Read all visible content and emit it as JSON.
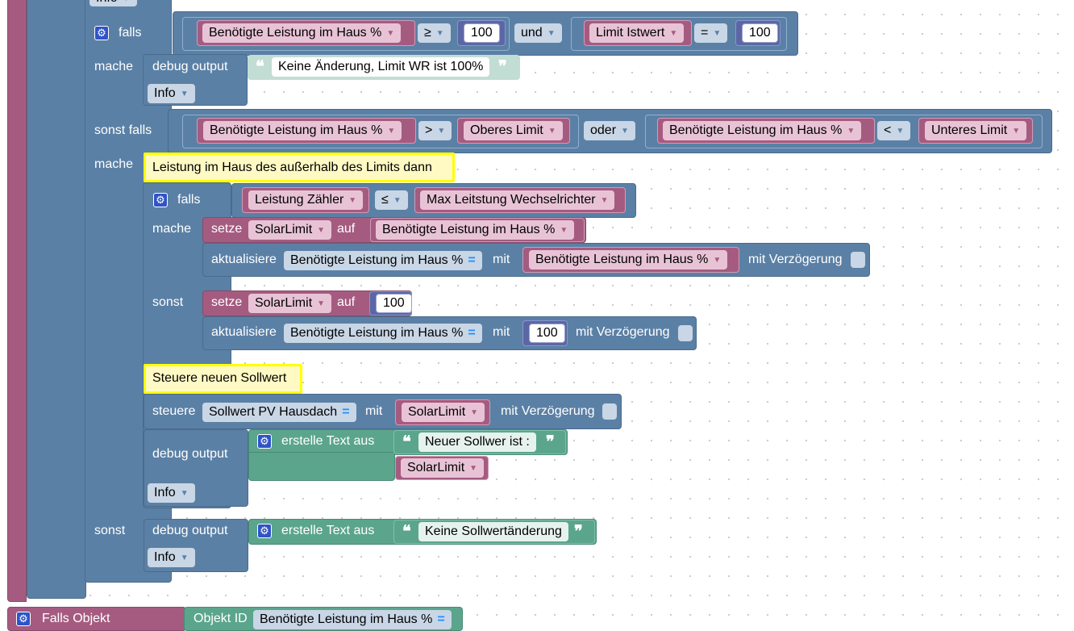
{
  "keywords": {
    "falls": "falls",
    "mache": "mache",
    "sonst_falls": "sonst falls",
    "sonst": "sonst",
    "und": "und",
    "oder": "oder",
    "debug_output": "debug output",
    "setze": "setze",
    "auf": "auf",
    "aktualisiere": "aktualisiere",
    "mit": "mit",
    "mit_verzoegerung": "mit Verzögerung",
    "steuere": "steuere",
    "erstelle_text": "erstelle Text aus",
    "falls_objekt": "Falls Objekt",
    "objekt_id": "Objekt ID"
  },
  "log_levels": {
    "info": "Info"
  },
  "variables": {
    "leistung_haus": "Benötigte Leistung im Haus %",
    "limit_istwert": "Limit Istwert",
    "oberes_limit": "Oberes Limit",
    "unteres_limit": "Unteres Limit",
    "leistung_zaehler": "Leistung Zähler",
    "max_wr": "Max Leitstung Wechselrichter",
    "solarlimit": "SolarLimit",
    "sollwert_pv": "Sollwert PV Hausdach"
  },
  "operators": {
    "ge": "≥",
    "eq": "=",
    "gt": ">",
    "lt": "<",
    "le": "≤"
  },
  "numbers": {
    "hundred": "100"
  },
  "strings": {
    "keine_aenderung": "Keine Änderung, Limit WR ist 100%",
    "neuer_sollwert": "Neuer Sollwer ist :",
    "keine_sollwertaenderung": "Keine Sollwertänderung"
  },
  "comments": {
    "ausserhalb": "Leistung im Haus des außerhalb des Limits dann",
    "steuere_neu": "Steuere neuen Sollwert"
  },
  "colors": {
    "logic": "#5b80a5",
    "variable": "#a55b80",
    "math": "#5b67a5",
    "text": "#5ba58c",
    "comment_border": "#ffff00",
    "comment_fill": "#fff9c4"
  }
}
